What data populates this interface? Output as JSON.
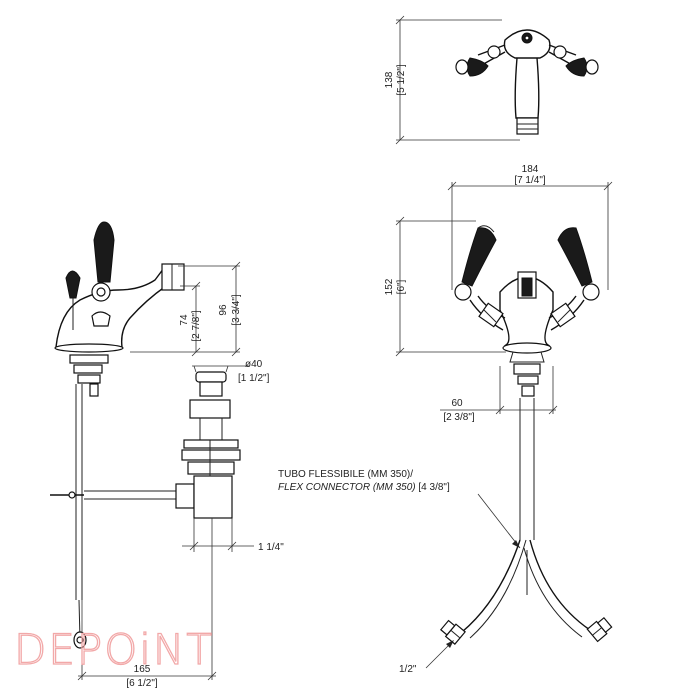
{
  "dimensions": {
    "top_height_mm": "138",
    "top_height_in": "[5 1/2\"]",
    "front_width_mm": "184",
    "front_width_in": "[7 1/4\"]",
    "front_height_mm": "152",
    "front_height_in": "[6\"]",
    "spout_height_mm": "74",
    "spout_height_in": "[2 7/8\"]",
    "total_height_mm": "96",
    "total_height_in": "[3 3/4\"]",
    "drain_diameter_mm": "ø40",
    "drain_diameter_in": "[1 1/2\"]",
    "drain_thread": "1 1/4\"",
    "depth_mm": "165",
    "depth_in": "[6 1/2\"]",
    "shank_mm": "60",
    "shank_in": "[2 3/8\"]",
    "connector_thread": "1/2\""
  },
  "labels": {
    "connector_line1": "TUBO FLESSIBILE (MM 350)/",
    "connector_line2_italic": "FLEX CONNECTOR (MM 350)",
    "connector_line2_inch": " [4 3/8\"]"
  },
  "brand": {
    "logo_text": "DEPOiNT"
  },
  "colors": {
    "line": "#222222",
    "logo": "#f2a8a8"
  }
}
